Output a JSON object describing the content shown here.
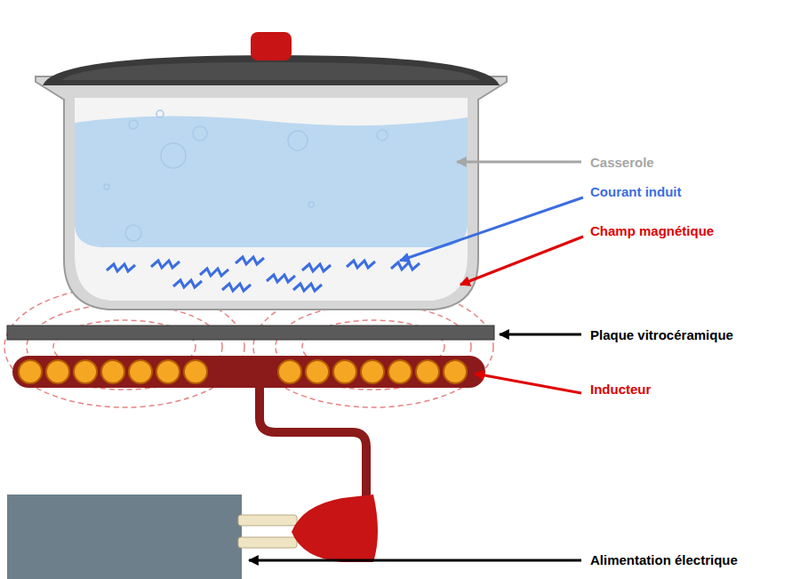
{
  "diagram": {
    "labels": [
      "Casserole",
      "Courant induit",
      "Champ magnétique",
      "Plaque vitrocéramique",
      "Inducteur",
      "Alimentation électrique"
    ]
  }
}
